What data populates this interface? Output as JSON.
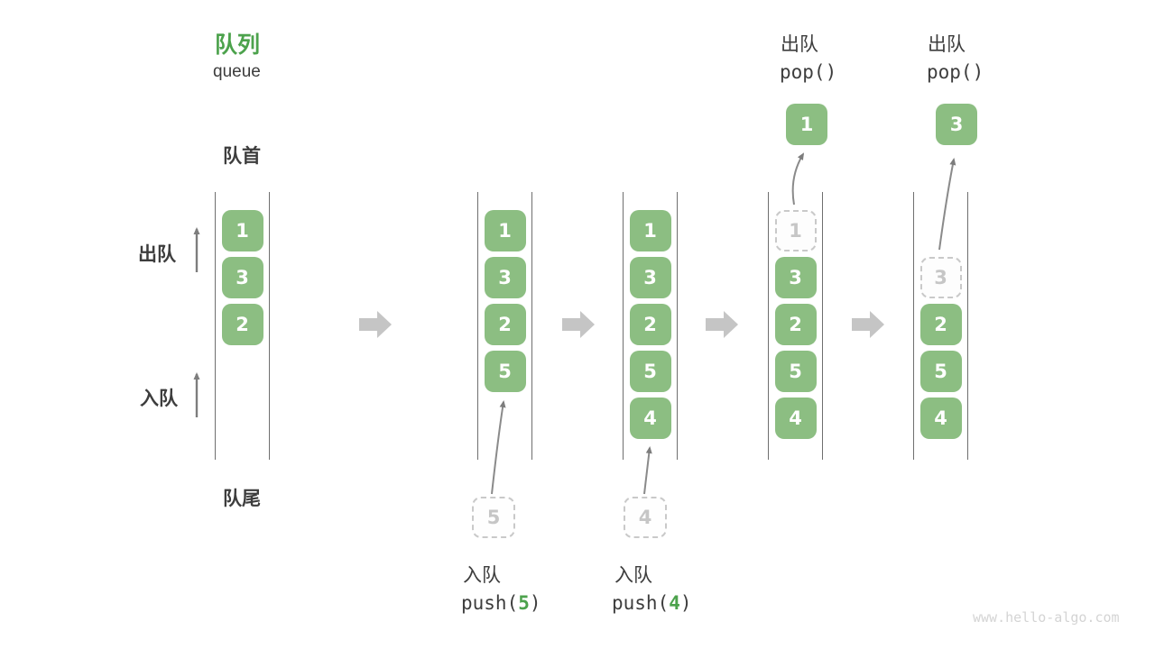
{
  "page": {
    "title_zh": "队列",
    "title_en": "queue",
    "watermark": "www.hello-algo.com"
  },
  "labels": {
    "front": "队首",
    "rear": "队尾",
    "dequeue_side": "出队",
    "enqueue_side": "入队"
  },
  "colors": {
    "accent_green": "#4ca24c",
    "box_green": "#8cbe82",
    "text_dark": "#3d3d3d",
    "line_gray": "#6f6f6f",
    "dashed_gray": "#c9c9c9",
    "block_arrow_gray": "#c5c5c5",
    "thin_arrow_gray": "#8a8a8a",
    "watermark_gray": "#d4d4d4"
  },
  "icons": {
    "step_arrow": "right-block-arrow",
    "dequeue_direction": "up-arrow",
    "enqueue_direction": "up-arrow",
    "push_arrow": "curved-up-arrow",
    "pop_arrow": "curved-up-arrow"
  },
  "columns": [
    {
      "name": "state-initial",
      "cells": [
        {
          "row": 0,
          "value": "1"
        },
        {
          "row": 1,
          "value": "3"
        },
        {
          "row": 2,
          "value": "2"
        }
      ]
    },
    {
      "name": "state-after-push-5",
      "cells": [
        {
          "row": 0,
          "value": "1"
        },
        {
          "row": 1,
          "value": "3"
        },
        {
          "row": 2,
          "value": "2"
        },
        {
          "row": 3,
          "value": "5"
        }
      ],
      "below": {
        "ghost_value": "5",
        "label": "入队",
        "code_pre": "push(",
        "code_arg": "5",
        "code_post": ")"
      }
    },
    {
      "name": "state-after-push-4",
      "cells": [
        {
          "row": 0,
          "value": "1"
        },
        {
          "row": 1,
          "value": "3"
        },
        {
          "row": 2,
          "value": "2"
        },
        {
          "row": 3,
          "value": "5"
        },
        {
          "row": 4,
          "value": "4"
        }
      ],
      "below": {
        "ghost_value": "4",
        "label": "入队",
        "code_pre": "push(",
        "code_arg": "4",
        "code_post": ")"
      }
    },
    {
      "name": "state-after-pop-1",
      "cells": [
        {
          "row": 0,
          "value": "1",
          "dashed": true
        },
        {
          "row": 1,
          "value": "3"
        },
        {
          "row": 2,
          "value": "2"
        },
        {
          "row": 3,
          "value": "5"
        },
        {
          "row": 4,
          "value": "4"
        }
      ],
      "above": {
        "label": "出队",
        "code": "pop()",
        "popped_value": "1"
      }
    },
    {
      "name": "state-after-pop-3",
      "cells": [
        {
          "row": 1,
          "value": "3",
          "dashed": true
        },
        {
          "row": 2,
          "value": "2"
        },
        {
          "row": 3,
          "value": "5"
        },
        {
          "row": 4,
          "value": "4"
        }
      ],
      "above": {
        "label": "出队",
        "code": "pop()",
        "popped_value": "3"
      }
    }
  ]
}
